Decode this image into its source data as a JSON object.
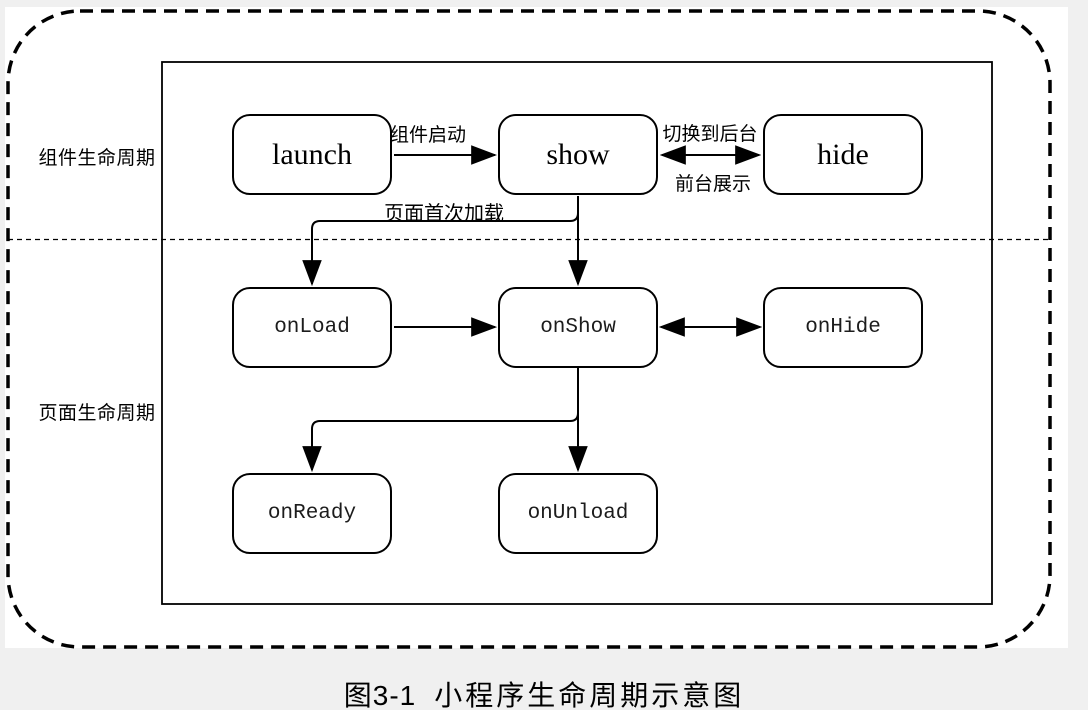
{
  "page": {
    "background_color": "#f0f0f0",
    "paper_color": "#ffffff",
    "stroke_color": "#000000"
  },
  "diagram": {
    "section_labels": {
      "component_lifecycle": "组件生命周期",
      "page_lifecycle": "页面生命周期"
    },
    "nodes": {
      "launch": "launch",
      "show": "show",
      "hide": "hide",
      "onload": "onLoad",
      "onshow": "onShow",
      "onhide": "onHide",
      "onready": "onReady",
      "onunload": "onUnload"
    },
    "edge_labels": {
      "component_start": "组件启动",
      "switch_to_background": "切换到后台",
      "foreground_display": "前台展示",
      "page_first_load": "页面首次加载"
    }
  },
  "caption": {
    "figure_number": "图3-1",
    "title": "小程序生命周期示意图"
  }
}
